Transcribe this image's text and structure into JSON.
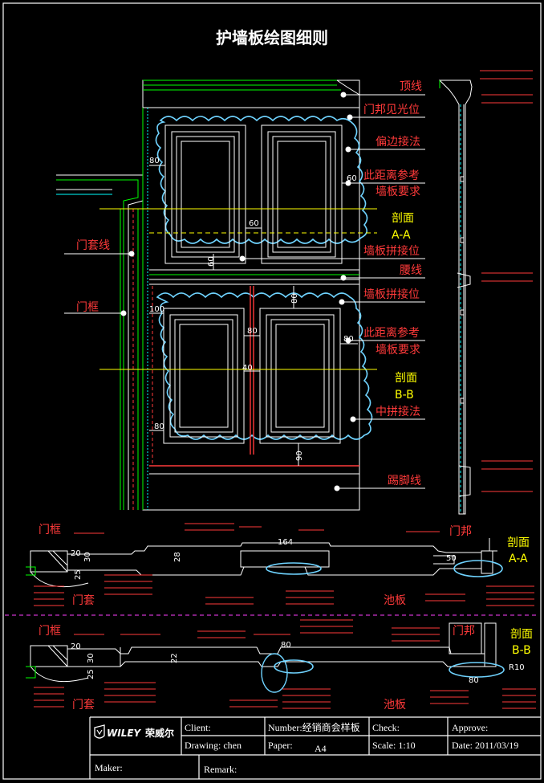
{
  "title": "护墙板绘图细则",
  "elevation_callouts": {
    "top_line": "顶线",
    "door_jamb_reveal": "门邦见光位",
    "offset_joint": "偏边接法",
    "ref_distance_1a": "此距离参考",
    "ref_distance_1b": "墙板要求",
    "section_aa_1": "剖面",
    "section_aa_2": "A-A",
    "panel_joint_1": "墙板拼接位",
    "waist_line": "腰线",
    "panel_joint_2": "墙板拼接位",
    "ref_distance_2a": "此距离参考",
    "ref_distance_2b": "墙板要求",
    "section_bb_1": "剖面",
    "section_bb_2": "B-B",
    "center_joint": "中拼接法",
    "skirting": "踢脚线",
    "door_casing_line": "门套线",
    "door_frame": "门框"
  },
  "dimensions": {
    "d80_a": "80",
    "d60_a": "60",
    "d60_b": "60",
    "d60_c": "60",
    "d100": "100",
    "d80_b": "80",
    "d80_c": "80",
    "d80_d": "80",
    "d40": "40",
    "d80_e": "80",
    "d90": "90",
    "sa_20": "20",
    "sa_30": "30",
    "sa_25": "25",
    "sa_28": "28",
    "sa_164": "164",
    "sa_50": "50",
    "sb_20": "20",
    "sb_30": "30",
    "sb_25": "25",
    "sb_22": "22",
    "sb_80a": "80",
    "sb_80b": "80",
    "sb_r10": "R10"
  },
  "section_aa": {
    "door_frame": "门框",
    "door_casing": "门套",
    "pool_panel": "池板",
    "door_jamb": "门邦",
    "label_1": "剖面",
    "label_2": "A-A"
  },
  "section_bb": {
    "door_frame": "门框",
    "door_casing": "门套",
    "pool_panel": "池板",
    "door_jamb": "门邦",
    "label_1": "剖面",
    "label_2": "B-B"
  },
  "title_block": {
    "brand": "WILEY",
    "brand_cn": "荣威尔",
    "client_label": "Client:",
    "drawing_label": "Drawing: chen",
    "number_label": "Number:经销商会样板",
    "check_label": "Check:",
    "approve_label": "Approve:",
    "paper_label": "Paper:",
    "paper_value": "A4",
    "scale_label": "Scale: 1:10",
    "date_label": "Date: 2011/03/19",
    "maker_label": "Maker:",
    "remark_label": "Remark:"
  },
  "colors": {
    "background": "#000000",
    "outline": "#ffffff",
    "label": "#ff3a3a",
    "section_title": "#ffff00",
    "panel_cloud": "#6fd3ff",
    "frame": "#00ff00",
    "cyan": "#00ffff",
    "magenta_cut": "#ff40ff"
  }
}
